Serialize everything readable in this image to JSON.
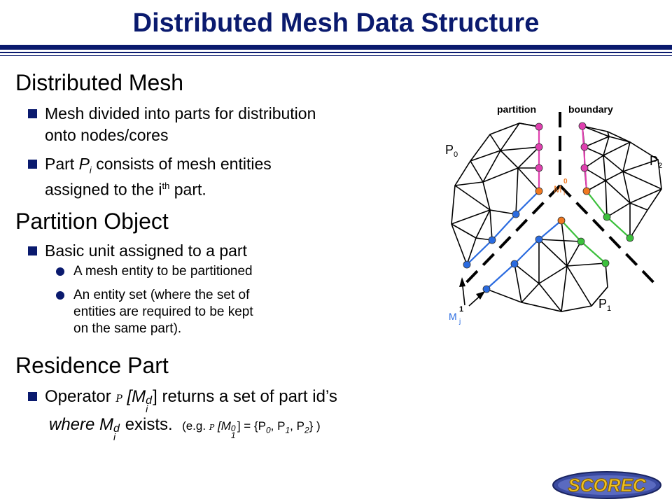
{
  "title": "Distributed Mesh Data Structure",
  "sections": {
    "distributed_mesh": {
      "heading": "Distributed Mesh",
      "bullet1_line1": "Mesh divided into parts for distribution",
      "bullet1_line2": "onto nodes/cores",
      "bullet2_pre": "Part ",
      "bullet2_P": "P",
      "bullet2_sub": "i",
      "bullet2_post": " consists of mesh entities",
      "bullet2_line2_pre": "assigned to the i",
      "bullet2_line2_sup": "th",
      "bullet2_line2_post": " part."
    },
    "partition_object": {
      "heading": "Partition Object",
      "bullet1": "Basic unit assigned to a part",
      "sub1": "A mesh entity to be partitioned",
      "sub2_line1": "An entity set (where the set of",
      "sub2_line2": "entities are required to be kept",
      "sub2_line3": "on the same part)."
    },
    "residence_part": {
      "heading": "Residence Part",
      "op_pre": "Operator",
      "op_script": "P",
      "op_M": "[M",
      "op_sub": "i",
      "op_sup": "d",
      "op_post": "] returns a set of part id’s",
      "line2_pre": "where M",
      "line2_sub": "i",
      "line2_sup": "d",
      "line2_post": " exists.",
      "eg_pre": "(e.g.",
      "eg_script": "P",
      "eg_M": "[M",
      "eg_sub": "1",
      "eg_sup": "0",
      "eg_mid": "] = {P",
      "eg_p0": "0",
      "eg_c1": ", P",
      "eg_p1": "1",
      "eg_c2": ", P",
      "eg_p2": "2",
      "eg_end": "} )"
    }
  },
  "diagram": {
    "label_partition": "partition",
    "label_boundary": "boundary",
    "P0": "P",
    "P0_sub": "0",
    "P1": "P",
    "P1_sub": "1",
    "P2": "P",
    "P2_sub": "2",
    "Mi": "M",
    "Mi_sub": "i",
    "Mi_sup": "0",
    "Mj": "M",
    "Mj_sub": "j",
    "Mj_sup": "1",
    "colors": {
      "blue": "#2a6be0",
      "pink": "#e040b0",
      "green": "#3cc03c",
      "orange": "#f07820"
    }
  },
  "logo": {
    "text": "SCOREC"
  }
}
